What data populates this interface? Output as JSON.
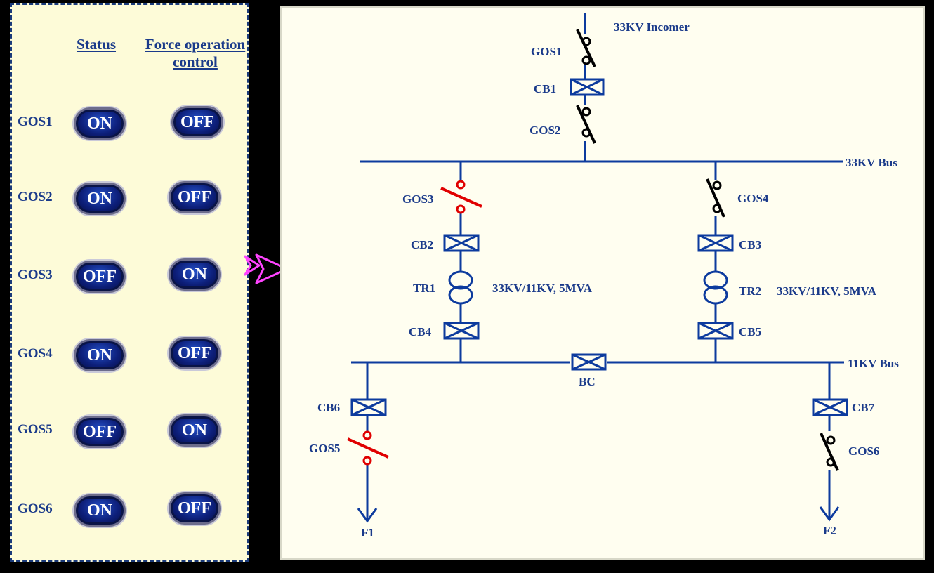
{
  "panel": {
    "status_header": "Status",
    "force_header_line1": "Force operation",
    "force_header_line2": "control",
    "rows": [
      {
        "label": "GOS1",
        "status": "ON",
        "force": "OFF"
      },
      {
        "label": "GOS2",
        "status": "ON",
        "force": "OFF"
      },
      {
        "label": "GOS3",
        "status": "OFF",
        "force": "ON"
      },
      {
        "label": "GOS4",
        "status": "ON",
        "force": "OFF"
      },
      {
        "label": "GOS5",
        "status": "OFF",
        "force": "ON"
      },
      {
        "label": "GOS6",
        "status": "ON",
        "force": "OFF"
      }
    ]
  },
  "diagram": {
    "incomer": "33KV Incomer",
    "bus33": "33KV Bus",
    "bus11": "11KV Bus",
    "gos1": "GOS1",
    "gos2": "GOS2",
    "gos3": "GOS3",
    "gos4": "GOS4",
    "gos5": "GOS5",
    "gos6": "GOS6",
    "cb1": "CB1",
    "cb2": "CB2",
    "cb3": "CB3",
    "cb4": "CB4",
    "cb5": "CB5",
    "cb6": "CB6",
    "cb7": "CB7",
    "tr1": "TR1",
    "tr2": "TR2",
    "tr1_rating": "33KV/11KV, 5MVA",
    "tr2_rating": "33KV/11KV, 5MVA",
    "bc": "BC",
    "f1": "F1",
    "f2": "F2"
  },
  "colors": {
    "line": "#0d3b9e",
    "switch_closed": "#000000",
    "switch_open": "#e00000",
    "arrow": "#ff44ff",
    "panel_bg": "#fdfbd8",
    "diagram_bg": "#fffef0"
  }
}
